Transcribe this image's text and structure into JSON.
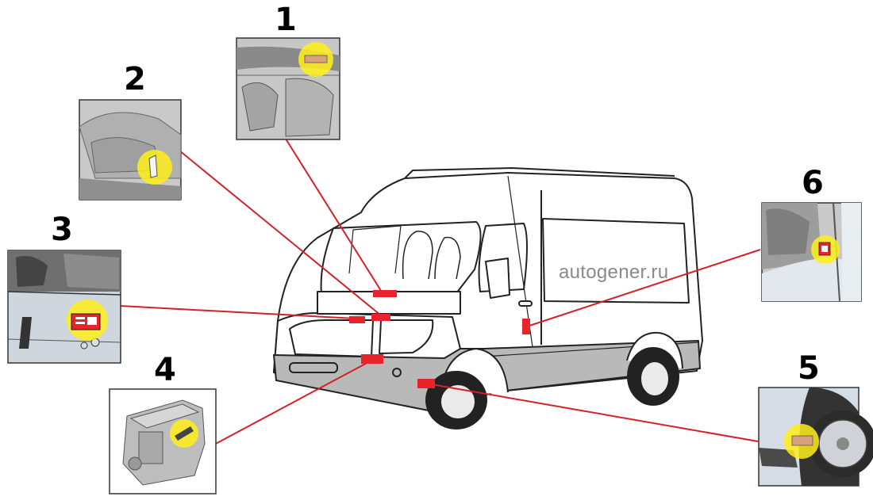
{
  "callouts": [
    {
      "number": "1"
    },
    {
      "number": "2"
    },
    {
      "number": "3"
    },
    {
      "number": "4"
    },
    {
      "number": "5"
    },
    {
      "number": "6"
    }
  ],
  "watermark": "autogener.ru",
  "colors": {
    "leader": "#d4202a",
    "marker": "#e8232c",
    "highlight": "#ffee1a",
    "outline": "#222222",
    "van_body": "#ffffff",
    "bumper": "#b9b9b9",
    "inset_bg": "#c9c9c9"
  },
  "icons": [
    "van-illustration",
    "engine-icon",
    "wheel-icon",
    "vin-plate-icon"
  ]
}
